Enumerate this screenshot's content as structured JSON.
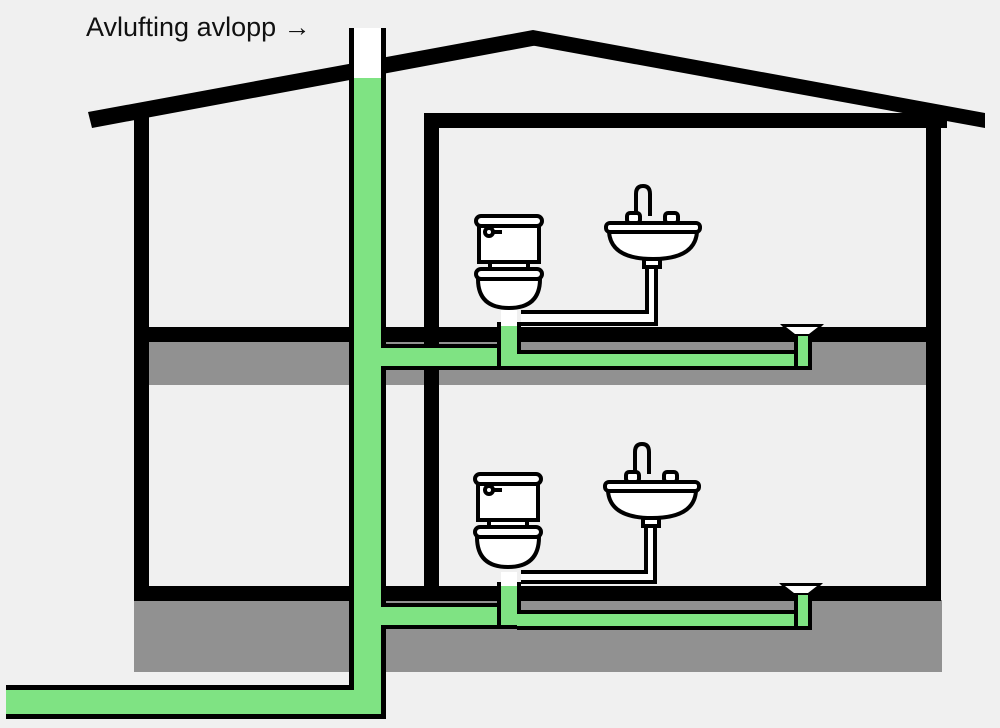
{
  "diagram": {
    "title": "Avlufting avlopp",
    "title_arrow": "→",
    "subject": "house-plumbing-vent-stack",
    "colors": {
      "background": "#f0f0f0",
      "structure": "#000000",
      "floor_slab": "#919191",
      "drain_pipe_filled": "#7fe383",
      "vent_empty": "#ffffff",
      "fixture_fill": "#ffffff"
    },
    "floors": [
      {
        "name": "upper-floor",
        "fixtures": [
          "toilet",
          "sink",
          "floor-drain"
        ]
      },
      {
        "name": "lower-floor",
        "fixtures": [
          "toilet",
          "sink",
          "floor-drain"
        ]
      }
    ],
    "legend_items": [
      {
        "name": "vent-stack",
        "label": "Avlufting avlopp"
      }
    ]
  }
}
